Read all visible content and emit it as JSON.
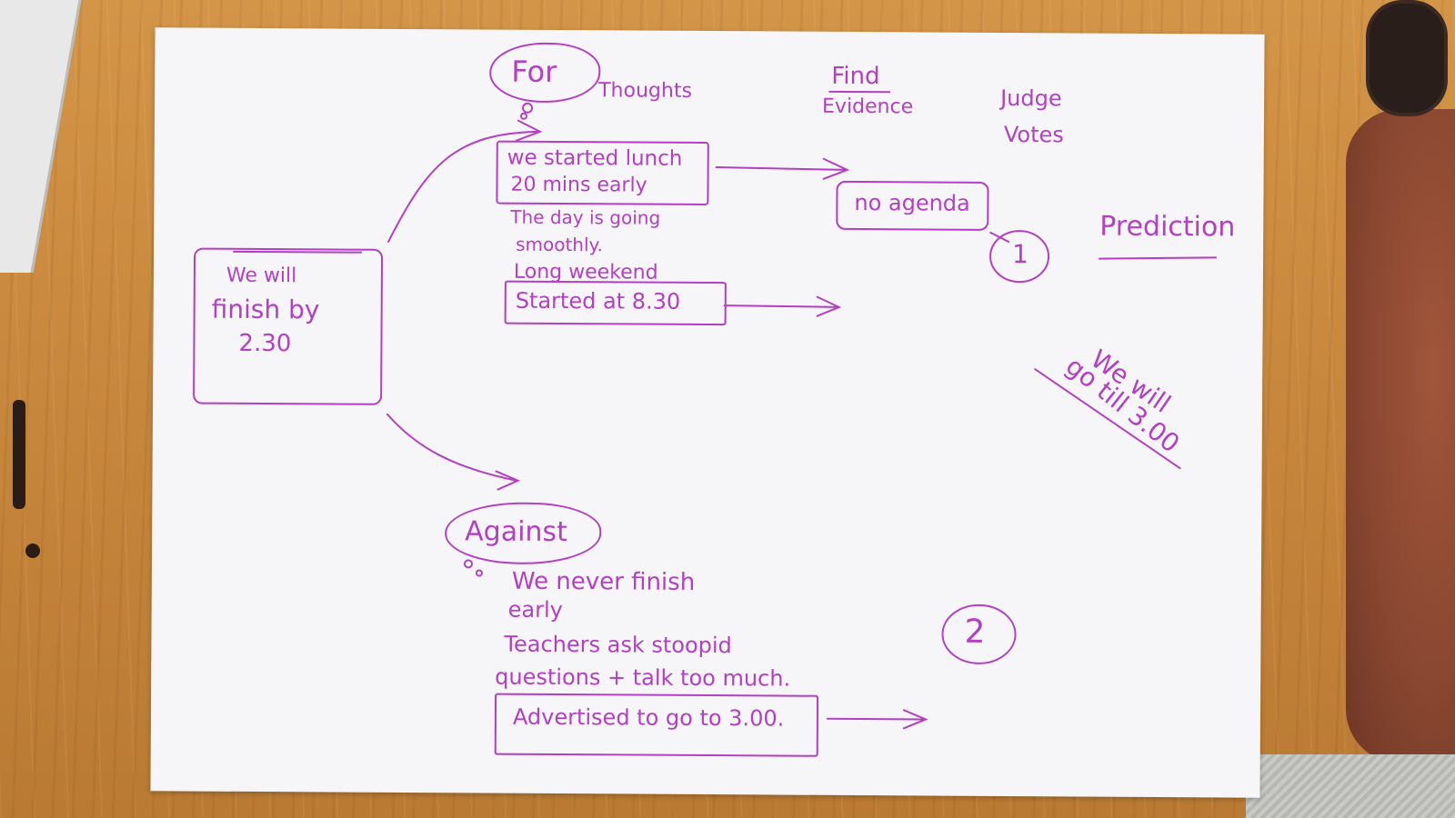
{
  "claim": {
    "line1": "We will",
    "line2": "finish by",
    "line3": "2.30"
  },
  "for_side": {
    "label": "For",
    "thoughts": "Thoughts",
    "evidence_1_line1": "we started lunch",
    "evidence_1_line2": "20 mins early",
    "note_1_line1": "The day is going",
    "note_1_line2": "smoothly.",
    "note_2": "Long weekend",
    "evidence_2": "Started at 8.30"
  },
  "header_labels": {
    "find": "Find",
    "evidence": "Evidence",
    "judge": "Judge",
    "votes": "Votes"
  },
  "result": {
    "no_agenda": "no agenda",
    "vote_1": "1",
    "vote_2": "2",
    "prediction_label": "Prediction",
    "prediction_line1": "We will",
    "prediction_line2": "go till 3.00"
  },
  "against_side": {
    "label": "Against",
    "note_1_line1": "We never finish",
    "note_1_line2": "early",
    "note_2_line1": "Teachers ask stoopid",
    "note_2_line2": "questions + talk too much.",
    "evidence": "Advertised to go to 3.00."
  },
  "colors": {
    "ink": "#b43ec4",
    "paper": "#f6f6f8",
    "table": "#c98a3c"
  }
}
